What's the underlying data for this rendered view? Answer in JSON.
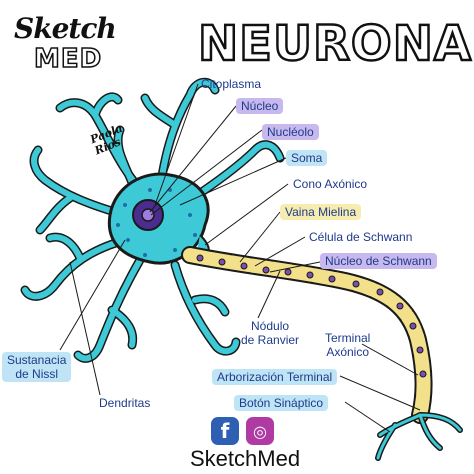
{
  "brand_logo": {
    "line1": "Sketch",
    "line2": "MED"
  },
  "title": "NEURONA",
  "author": {
    "line1": "Paola",
    "line2": "Rios"
  },
  "labels": {
    "citoplasma": "Citoplasma",
    "nucleo": "Núcleo",
    "nucleolo": "Nucléolo",
    "soma": "Soma",
    "cono_axonico": "Cono Axónico",
    "vaina_mielina": "Vaina Mielina",
    "celula_schwann": "Célula de Schwann",
    "nucleo_schwann": "Núcleo de Schwann",
    "nodulo_ranvier_1": "Nódulo",
    "nodulo_ranvier_2": "de Ranvier",
    "terminal_axonico_1": "Terminal",
    "terminal_axonico_2": "Axónico",
    "sustancia_nissl_1": "Sustanacia",
    "sustancia_nissl_2": "de Nissl",
    "dendritas": "Dendritas",
    "arborizacion_terminal": "Arborización Terminal",
    "boton_sinaptico": "Botón Sináptico"
  },
  "footer": {
    "brand": "SketchMed",
    "facebook_glyph": "f",
    "instagram_glyph": "◎"
  },
  "colors": {
    "neuron": "#3ec9d6",
    "nucleus": "#4b2d8f",
    "myelin": "#f3e08a",
    "schwann_nucleus": "#7a4fb0"
  }
}
